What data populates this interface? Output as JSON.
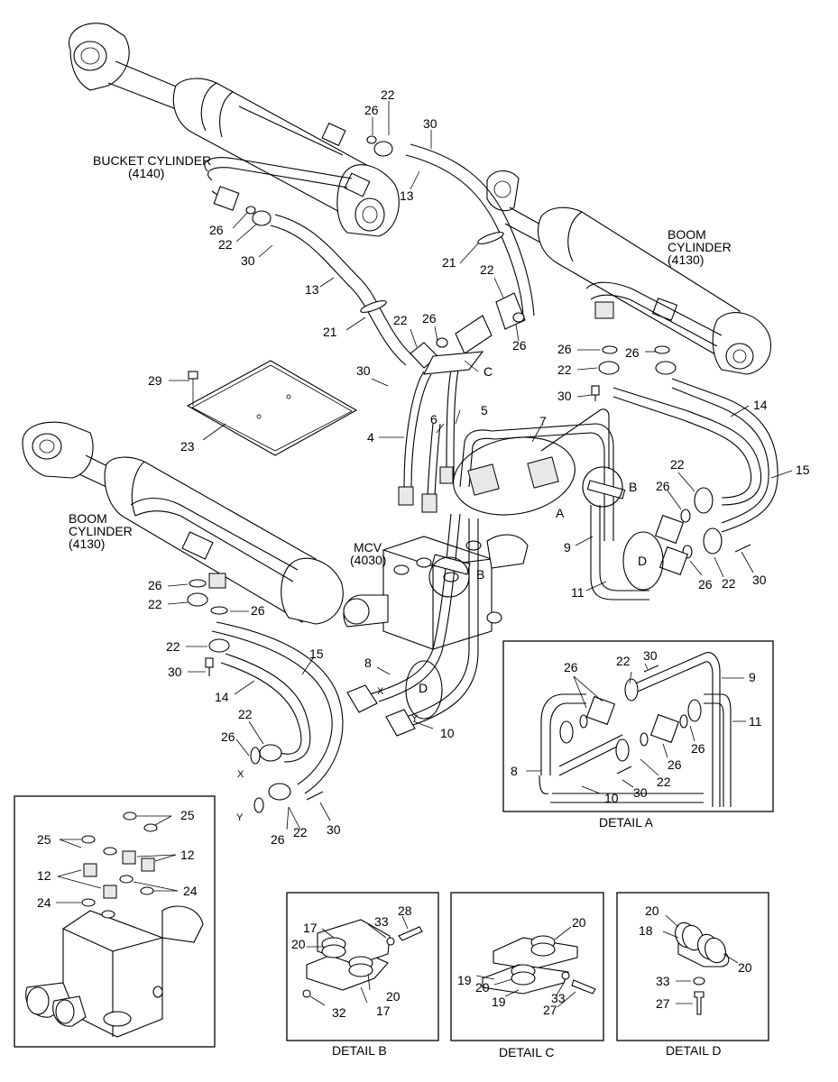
{
  "components": {
    "bucket_cylinder": {
      "name": "BUCKET CYLINDER",
      "code": "(4140)"
    },
    "boom_cylinder_right": {
      "name": "BOOM",
      "name2": "CYLINDER",
      "code": "(4130)"
    },
    "boom_cylinder_left": {
      "name": "BOOM",
      "name2": "CYLINDER",
      "code": "(4130)"
    },
    "mcv": {
      "name": "MCV",
      "code": "(4030)"
    }
  },
  "callouts": {
    "c4": "4",
    "c5": "5",
    "c6": "6",
    "c7": "7",
    "c8": "8",
    "c9": "9",
    "c10": "10",
    "c11": "11",
    "c12": "12",
    "c13": "13",
    "c14": "14",
    "c15": "15",
    "c17": "17",
    "c18": "18",
    "c19": "19",
    "c20": "20",
    "c21": "21",
    "c22": "22",
    "c23": "23",
    "c24": "24",
    "c25": "25",
    "c26": "26",
    "c27": "27",
    "c28": "28",
    "c29": "29",
    "c30": "30",
    "c32": "32",
    "c33": "33"
  },
  "detail_refs": {
    "A": "A",
    "B": "B",
    "C": "C",
    "D": "D"
  },
  "port_marks": {
    "x": "X",
    "y": "Y"
  },
  "details": {
    "a": "DETAIL A",
    "b": "DETAIL B",
    "c": "DETAIL C",
    "d": "DETAIL D"
  }
}
